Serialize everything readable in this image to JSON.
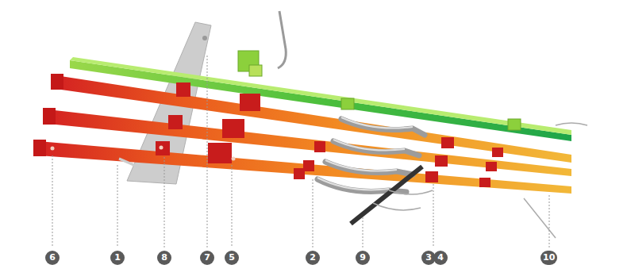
{
  "diagram": {
    "labels": [
      "6",
      "1",
      "8",
      "7",
      "5",
      "2",
      "9",
      "3",
      "4",
      "10"
    ]
  }
}
